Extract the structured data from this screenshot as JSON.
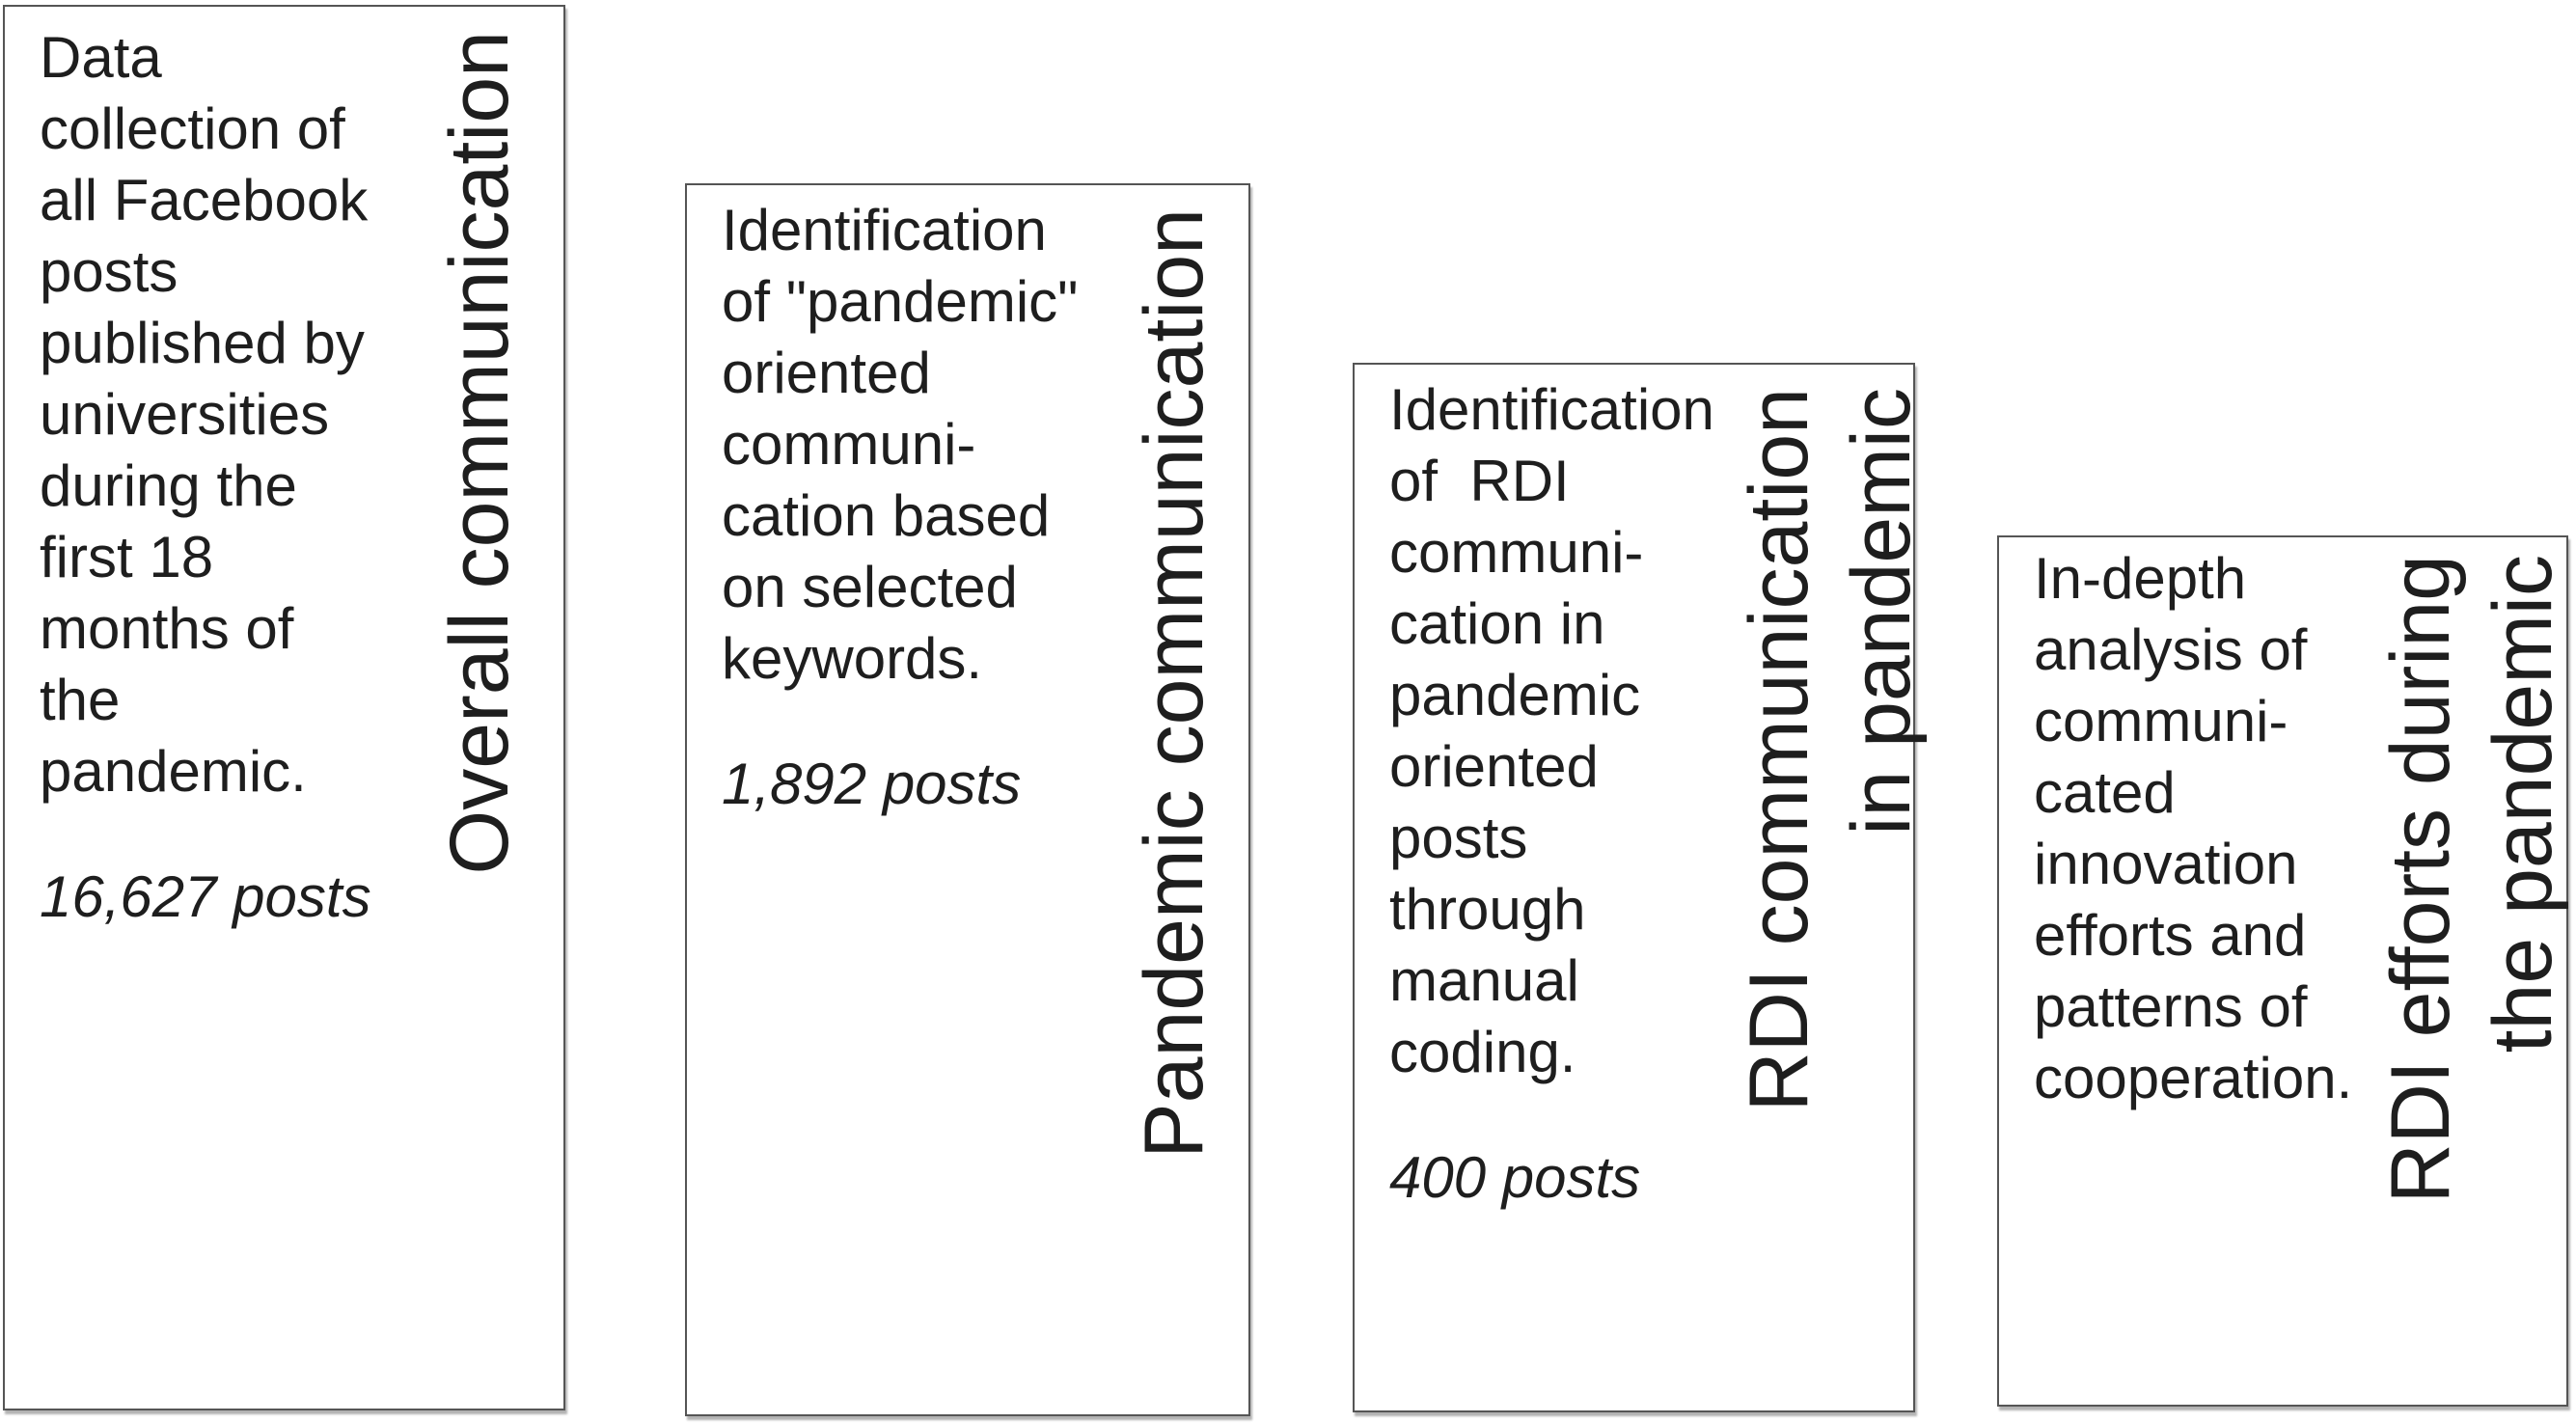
{
  "diagram": {
    "background": "#ffffff",
    "text_color": "#1e1e1e",
    "border_color": "#555555",
    "stages": [
      {
        "description": "Data\ncollection of\nall Facebook\nposts\npublished by\nuniversities\nduring the\nfirst 18\nmonths of\nthe\npandemic.",
        "post_count": "16,627 posts",
        "label": "Overall communication"
      },
      {
        "description": "Identification\nof \"pandemic\"\noriented\ncommuni-\ncation based\non selected\nkeywords.",
        "post_count": "1,892 posts",
        "label": "Pandemic communication"
      },
      {
        "description": "Identification\nof  RDI\ncommuni-\ncation in\npandemic\noriented\nposts\nthrough\nmanual\ncoding.",
        "post_count": "400 posts",
        "label": "RDI communication\nin pandemic"
      },
      {
        "description": "In-depth\nanalysis of\ncommuni-\ncated\ninnovation\nefforts and\npatterns of\ncooperation.",
        "label": "RDI efforts during\nthe pandemic"
      }
    ]
  }
}
